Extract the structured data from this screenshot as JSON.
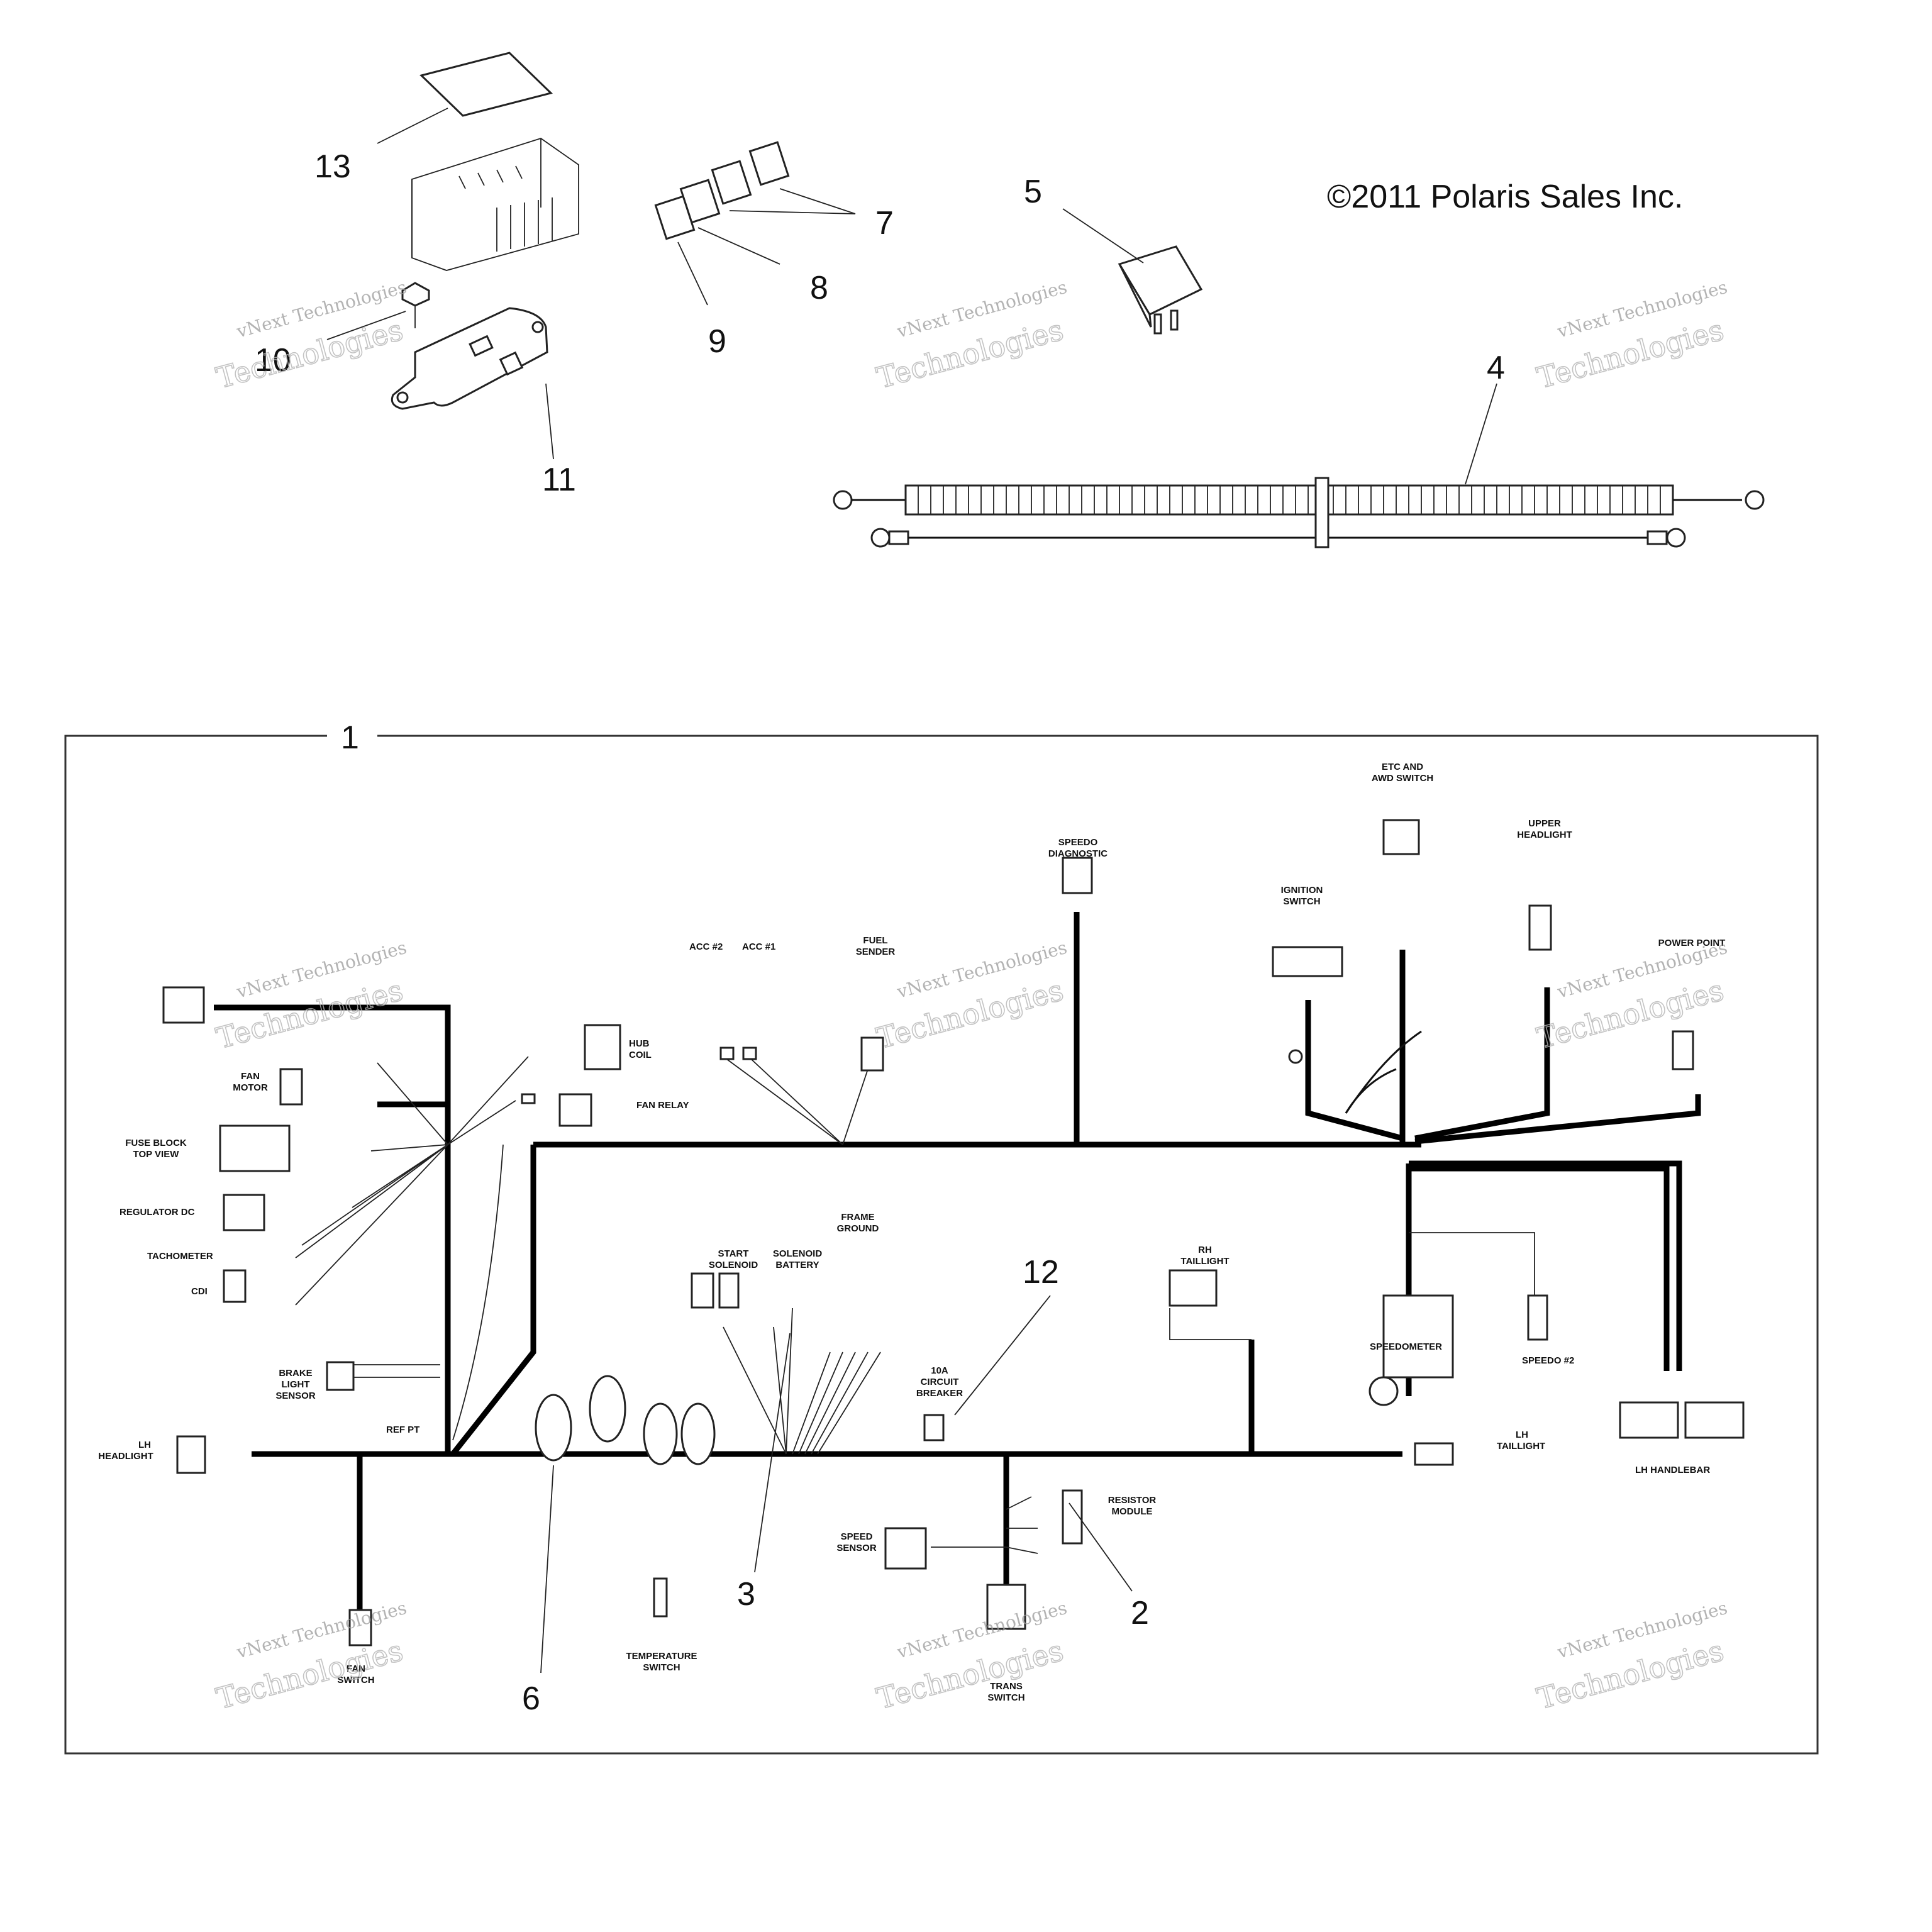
{
  "copyright": "©2011 Polaris Sales Inc.",
  "watermark": {
    "line1": "vNext Technologies",
    "line2": "Technologies"
  },
  "callouts": {
    "c1": "1",
    "c2": "2",
    "c3": "3",
    "c4": "4",
    "c5": "5",
    "c6": "6",
    "c7": "7",
    "c8": "8",
    "c9": "9",
    "c10": "10",
    "c11": "11",
    "c12": "12",
    "c13": "13"
  },
  "harness_labels": {
    "speedo_diagnostic": [
      "SPEEDO",
      "DIAGNOSTIC"
    ],
    "etc_awd_switch": [
      "ETC AND",
      "AWD SWITCH"
    ],
    "upper_headlight": [
      "UPPER",
      "HEADLIGHT"
    ],
    "ignition_switch": [
      "IGNITION",
      "SWITCH"
    ],
    "power_point": "POWER POINT",
    "acc2": "ACC #2",
    "acc1": "ACC #1",
    "fuel_sender": [
      "FUEL",
      "SENDER"
    ],
    "hub_coil": [
      "HUB",
      "COIL"
    ],
    "fan_relay": "FAN RELAY",
    "fan_motor": [
      "FAN",
      "MOTOR"
    ],
    "fuse_block": [
      "FUSE BLOCK",
      "TOP VIEW"
    ],
    "regulator_dc": "REGULATOR DC",
    "tachometer": "TACHOMETER",
    "cdi": "CDI",
    "brake_light_sensor": [
      "BRAKE",
      "LIGHT",
      "SENSOR"
    ],
    "lh_headlight": [
      "LH",
      "HEADLIGHT"
    ],
    "ref_pt": "REF PT",
    "start_solenoid": [
      "START",
      "SOLENOID"
    ],
    "solenoid_battery": [
      "SOLENOID",
      "BATTERY"
    ],
    "frame_ground": [
      "FRAME",
      "GROUND"
    ],
    "circuit_breaker": [
      "10A",
      "CIRCUIT",
      "BREAKER"
    ],
    "rh_taillight": [
      "RH",
      "TAILLIGHT"
    ],
    "speedometer": "SPEEDOMETER",
    "speedo2": "SPEEDO #2",
    "lh_taillight": [
      "LH",
      "TAILLIGHT"
    ],
    "lh_handlebar": "LH HANDLEBAR",
    "resistor_module": [
      "RESISTOR",
      "MODULE"
    ],
    "speed_sensor": [
      "SPEED",
      "SENSOR"
    ],
    "trans_switch": [
      "TRANS",
      "SWITCH"
    ],
    "temperature_switch": [
      "TEMPERATURE",
      "SWITCH"
    ],
    "fan_switch": [
      "FAN",
      "SWITCH"
    ]
  }
}
